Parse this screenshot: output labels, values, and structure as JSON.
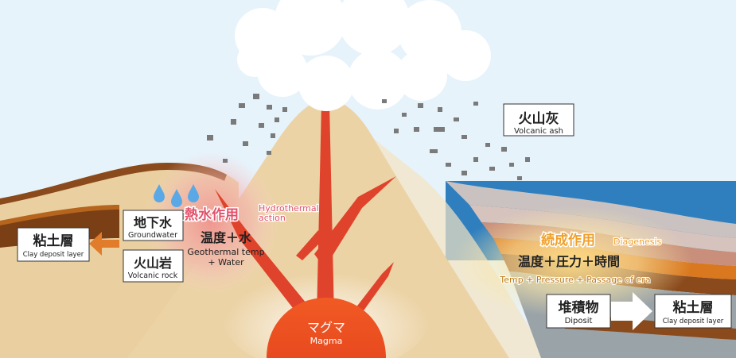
{
  "labels": {
    "volcanic_ash": {
      "jp": "火山灰",
      "en": "Volcanic ash"
    },
    "hydrothermal": {
      "jp": "熱水作用",
      "en_line1": "Hydrothermal",
      "en_line2": "action"
    },
    "geothermal": {
      "jp": "温度＋水",
      "en_line1": "Geothermal temp",
      "en_line2": "+ Water"
    },
    "groundwater": {
      "jp": "地下水",
      "en": "Groundwater"
    },
    "volcanic_rock": {
      "jp": "火山岩",
      "en": "Volcanic rock"
    },
    "clay_left": {
      "jp": "粘土層",
      "en": "Clay deposit layer"
    },
    "diagenesis": {
      "jp": "続成作用",
      "en": "Diagenesis"
    },
    "temp_pressure": {
      "jp": "温度＋圧力＋時間",
      "en": "Temp + Pressure + Passage of era"
    },
    "deposit": {
      "jp": "堆積物",
      "en": "Diposit"
    },
    "clay_right": {
      "jp": "粘土層",
      "en": "Clay deposit layer"
    },
    "magma": {
      "jp": "マグマ",
      "en": "Magma"
    }
  },
  "colors": {
    "sky": "#e6f3fb",
    "sea": "#2f7fbf",
    "volcano": "#ecd3a6",
    "magma_red": "#e0432b",
    "hydro_pink": "#e2506a",
    "diagenesis_orange": "#f0a02a",
    "arrow_orange": "#e07c2a",
    "layer_brown": "#8a4a1c"
  }
}
